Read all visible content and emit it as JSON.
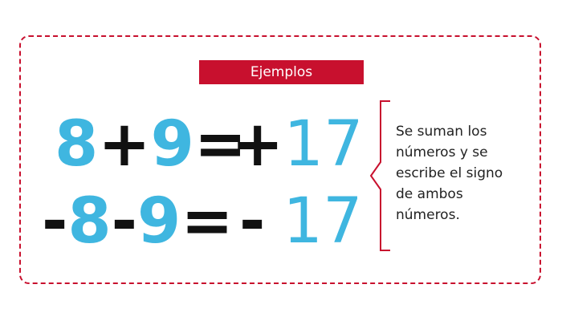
{
  "banner": {
    "label": "Ejemplos"
  },
  "equation1": {
    "a": "8",
    "op": "+",
    "b": "9",
    "equals": "=",
    "sign": "+",
    "result": "17"
  },
  "equation2": {
    "sign_a": "-",
    "a": "8",
    "op": "-",
    "b": "9",
    "equals": "=",
    "sign": "-",
    "result": "17"
  },
  "note": {
    "lines": [
      "Se suman los",
      "números y se",
      "escribe el signo",
      "de ambos",
      "números."
    ]
  },
  "colors": {
    "accent": "#c8102e",
    "number": "#3fb6e0",
    "operator": "#111111"
  }
}
